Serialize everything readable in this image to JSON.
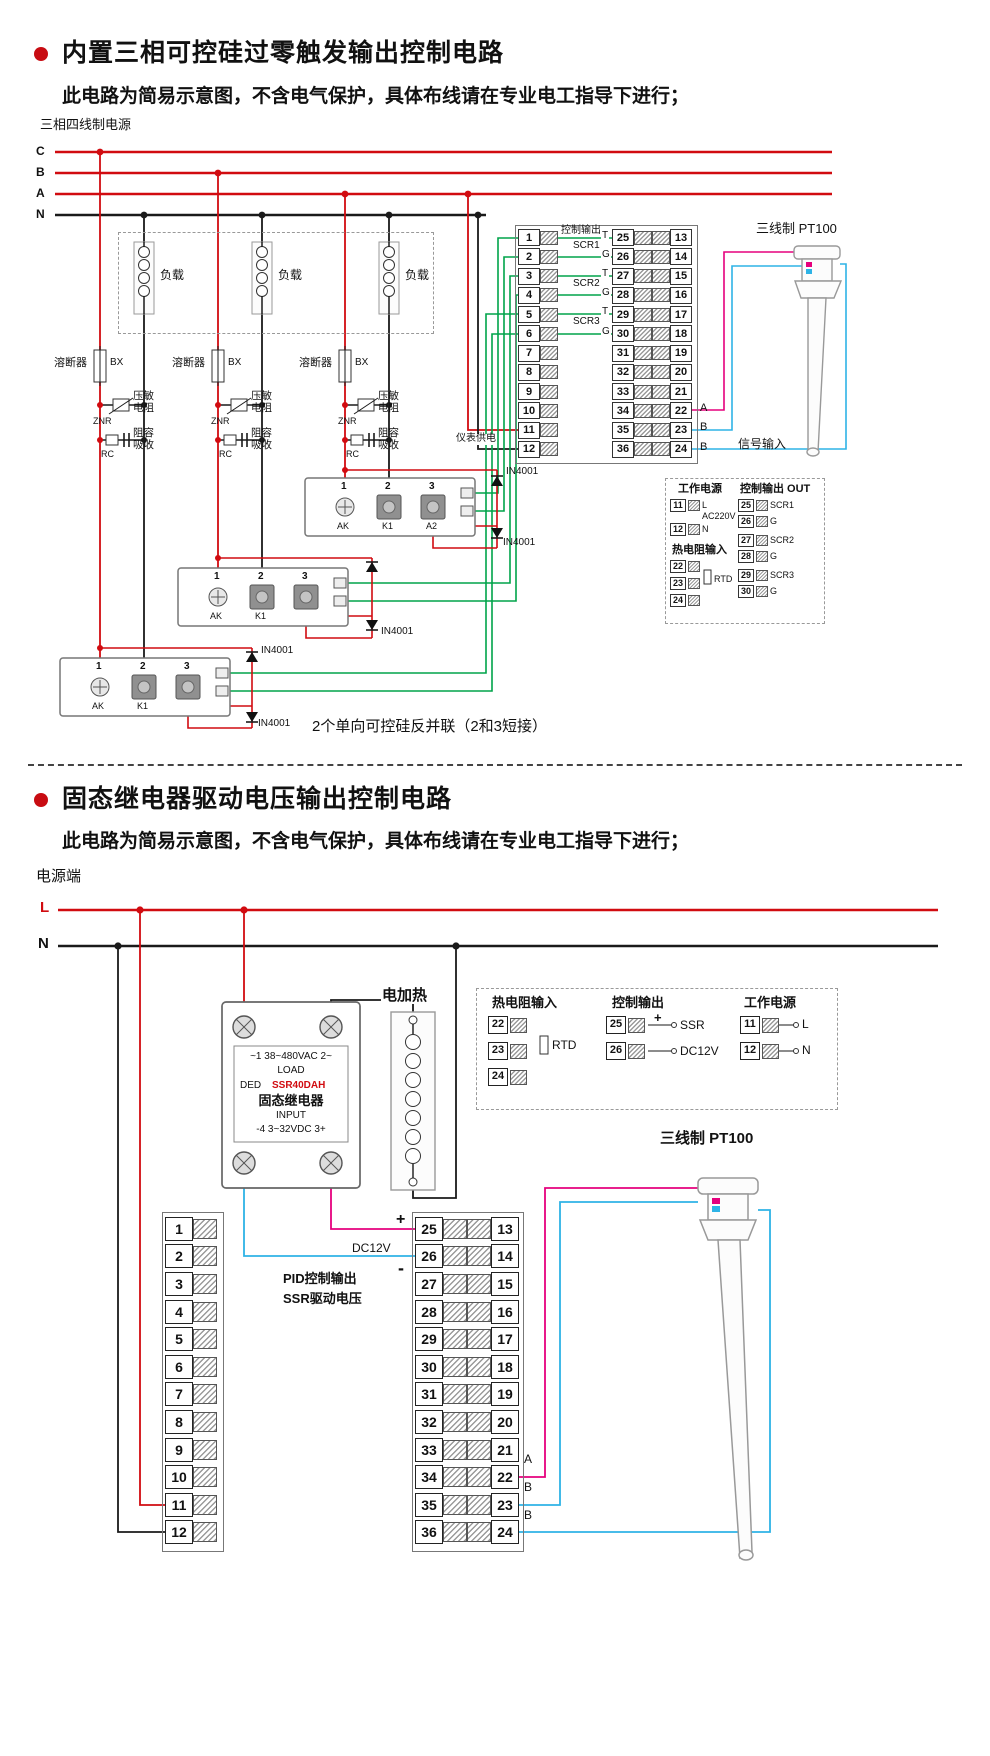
{
  "colors": {
    "red": "#d10b10",
    "green": "#00a44a",
    "cyan": "#2eb3e6",
    "magenta": "#e5007d",
    "black": "#1a1a1a"
  },
  "section1": {
    "title": "内置三相可控硅过零触发输出控制电路",
    "subtitle": "此电路为简易示意图，不含电气保护，具体布线请在专业电工指导下进行；",
    "power_label": "三相四线制电源",
    "phases": [
      "C",
      "B",
      "A",
      "N"
    ],
    "load_label": "负载",
    "fuse_label": "溶断器",
    "fuse_code": "BX",
    "varistor_label": "压敏电阻",
    "varistor_code": "ZNR",
    "rc_label": "阻容吸收",
    "rc_code": "RC",
    "pins": [
      "1",
      "2",
      "3"
    ],
    "terms": [
      "AK",
      "K1",
      "A2"
    ],
    "diode_label": "IN4001",
    "caption": "2个单向可控硅反并联（2和3短接）",
    "ctrl_out_label": "控制输出",
    "scr_labels": [
      "T",
      "SCR1",
      "G",
      "T",
      "SCR2",
      "G",
      "T",
      "SCR3",
      "G"
    ],
    "meter_supply": "仪表供电",
    "signal_input": "信号输入",
    "pt100_label": "三线制  PT100",
    "signal_abb": [
      "A",
      "B",
      "B"
    ],
    "block": {
      "left": [
        "1",
        "2",
        "3",
        "4",
        "5",
        "6",
        "7",
        "8",
        "9",
        "10",
        "11",
        "12"
      ],
      "mid": [
        "25",
        "26",
        "27",
        "28",
        "29",
        "30",
        "31",
        "32",
        "33",
        "34",
        "35",
        "36"
      ],
      "right": [
        "13",
        "14",
        "15",
        "16",
        "17",
        "18",
        "19",
        "20",
        "21",
        "22",
        "23",
        "24"
      ]
    },
    "legend": {
      "work_title": "工作电源",
      "work_rows": [
        {
          "n": "11",
          "t": "L"
        },
        {
          "n": "12",
          "t": "N"
        }
      ],
      "ac_label": "AC220V",
      "rtd_title": "热电阻输入",
      "rtd_rows": [
        "22",
        "23",
        "24"
      ],
      "rtd_label": "RTD",
      "out_title": "控制输出 OUT",
      "out_rows": [
        {
          "n": "25",
          "t": "SCR1"
        },
        {
          "n": "26",
          "t": "G"
        },
        {
          "n": "27",
          "t": "SCR2"
        },
        {
          "n": "28",
          "t": "G"
        },
        {
          "n": "29",
          "t": "SCR3"
        },
        {
          "n": "30",
          "t": "G"
        }
      ]
    }
  },
  "section2": {
    "title": "固态继电器驱动电压输出控制电路",
    "subtitle": "此电路为简易示意图，不含电气保护，具体布线请在专业电工指导下进行；",
    "power_label": "电源端",
    "l": "L",
    "n": "N",
    "heater_label": "电加热",
    "ssr": {
      "line1": "~1  38~480VAC  2~",
      "load": "LOAD",
      "brand": "DED",
      "model": "SSR40DAH",
      "name": "固态继电器",
      "input": "INPUT",
      "line2": "-4  3~32VDC  3+"
    },
    "plus": "+",
    "minus": "-",
    "dc12v": "DC12V",
    "pid1": "PID控制输出",
    "pid2": "SSR驱动电压",
    "pt100_label": "三线制  PT100",
    "signal_abb": [
      "A",
      "B",
      "B"
    ],
    "block": {
      "left": [
        "1",
        "2",
        "3",
        "4",
        "5",
        "6",
        "7",
        "8",
        "9",
        "10",
        "11",
        "12"
      ],
      "mid": [
        "25",
        "26",
        "27",
        "28",
        "29",
        "30",
        "31",
        "32",
        "33",
        "34",
        "35",
        "36"
      ],
      "right": [
        "13",
        "14",
        "15",
        "16",
        "17",
        "18",
        "19",
        "20",
        "21",
        "22",
        "23",
        "24"
      ]
    },
    "legend": {
      "rtd_title": "热电阻输入",
      "rtd_rows": [
        "22",
        "23",
        "24"
      ],
      "rtd_label": "RTD",
      "ctrl_title": "控制输出",
      "out_rows": [
        {
          "n": "25"
        },
        {
          "n": "26"
        }
      ],
      "plus": "+",
      "ssr_label": "SSR",
      "dc12v": "DC12V",
      "work_title": "工作电源",
      "work_rows": [
        {
          "n": "11",
          "t": "L"
        },
        {
          "n": "12",
          "t": "N"
        }
      ]
    }
  }
}
